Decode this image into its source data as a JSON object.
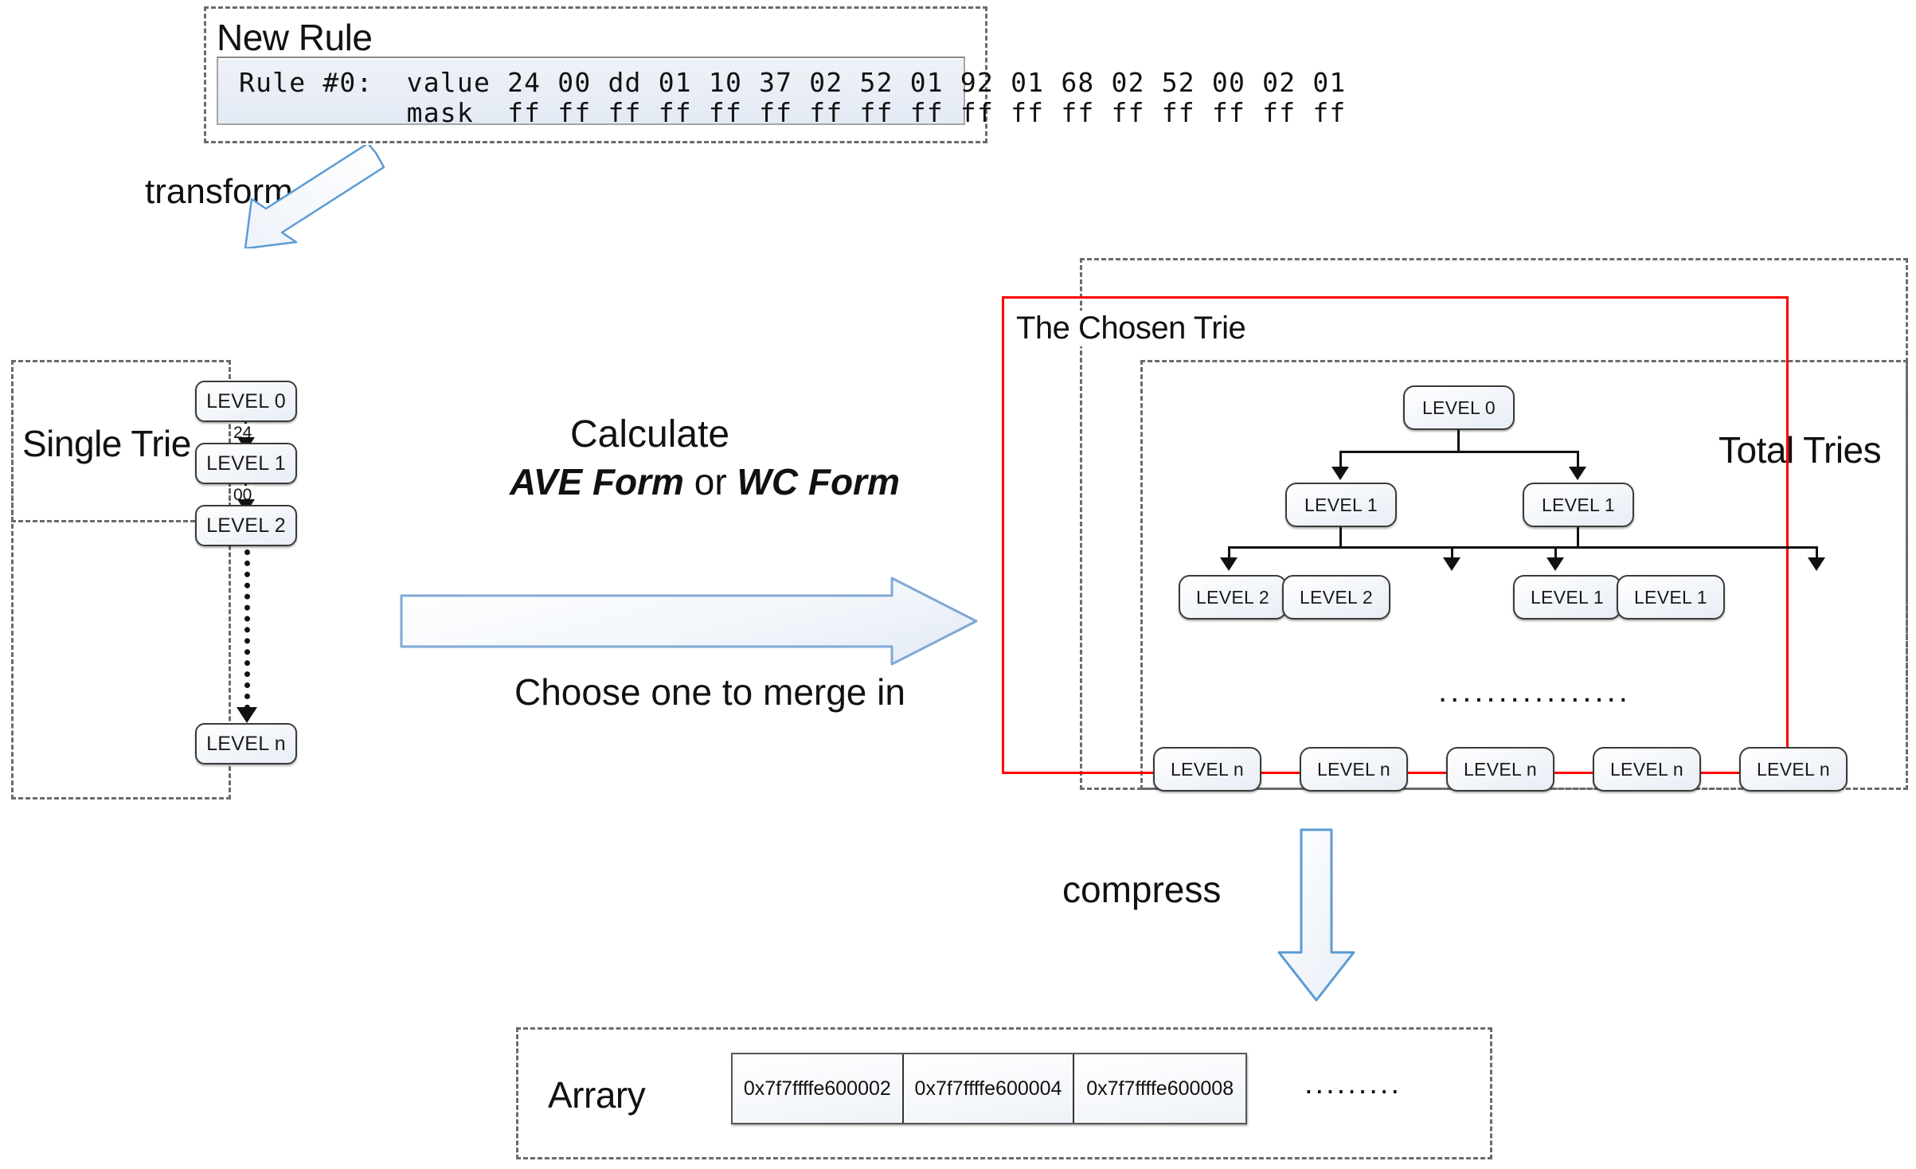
{
  "diagram": {
    "title": "Trie construction and compression pipeline"
  },
  "new_rule": {
    "panel_label": "New Rule",
    "rule_id": "Rule #0:",
    "value_label": "value",
    "mask_label": "mask",
    "value_line": "Rule #0:  value 24 00 dd 01 10 37 02 52 01 92 01 68 02 52 00 02 01",
    "mask_line": "          mask  ff ff ff ff ff ff ff ff ff ff ff ff ff ff ff ff ff",
    "value_bytes": [
      "24",
      "00",
      "dd",
      "01",
      "10",
      "37",
      "02",
      "52",
      "01",
      "92",
      "01",
      "68",
      "02",
      "52",
      "00",
      "02",
      "01"
    ],
    "mask_bytes": [
      "ff",
      "ff",
      "ff",
      "ff",
      "ff",
      "ff",
      "ff",
      "ff",
      "ff",
      "ff",
      "ff",
      "ff",
      "ff",
      "ff",
      "ff",
      "ff",
      "ff"
    ]
  },
  "transform": {
    "label": "transform",
    "arrow_color": "#5b9bd5"
  },
  "single_trie": {
    "panel_label": "Single Trie",
    "nodes": [
      {
        "label": "LEVEL 0"
      },
      {
        "label": "LEVEL 1"
      },
      {
        "label": "LEVEL 2"
      },
      {
        "label": "LEVEL n"
      }
    ],
    "edge_labels": [
      "24",
      "00"
    ]
  },
  "center": {
    "calculate_label": "Calculate",
    "form_prefix": "AVE Form",
    "form_conj": " or ",
    "form_suffix": "WC Form",
    "merge_label": "Choose one to merge in",
    "arrow_color": "#5b9bd5"
  },
  "total_tries": {
    "panel_label": "Total Tries",
    "chosen_label": "The Chosen Trie",
    "chosen_color": "#ff0000",
    "root": {
      "label": "LEVEL 0"
    },
    "row2": [
      {
        "label": "LEVEL 1"
      },
      {
        "label": "LEVEL 1"
      }
    ],
    "row3": [
      {
        "label": "LEVEL 2"
      },
      {
        "label": "LEVEL 2"
      },
      {
        "label": "LEVEL 1"
      },
      {
        "label": "LEVEL 1"
      }
    ],
    "ellipsis": "................",
    "row_n": [
      {
        "label": "LEVEL n"
      },
      {
        "label": "LEVEL n"
      },
      {
        "label": "LEVEL n"
      },
      {
        "label": "LEVEL n"
      },
      {
        "label": "LEVEL n"
      }
    ]
  },
  "compress": {
    "label": "compress",
    "arrow_color": "#5b9bd5"
  },
  "array": {
    "panel_label": "Arrary",
    "cells": [
      "0x7f7ffffe600002",
      "0x7f7ffffe600004",
      "0x7f7ffffe600008"
    ],
    "trailing_ellipsis": "........."
  }
}
